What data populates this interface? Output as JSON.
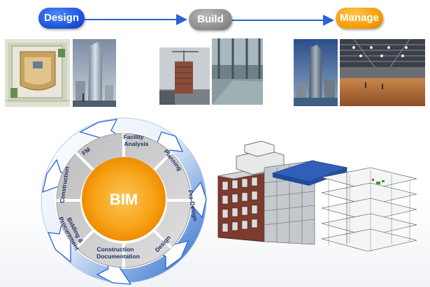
{
  "stages": {
    "design": "Design",
    "build": "Build",
    "manage": "Manage"
  },
  "cycle": {
    "center": "BIM",
    "phases": [
      "Facility Analysis",
      "Planning",
      "Pre-Design",
      "Design",
      "Construction Documentation",
      "Bidding & Procurement",
      "Construction",
      "FM"
    ]
  },
  "colors": {
    "design": "#1a4fd6",
    "build": "#8a8a8a",
    "manage": "#f29a00",
    "arrow_line": "#2a62d8",
    "bim_core": "#f7a318"
  }
}
